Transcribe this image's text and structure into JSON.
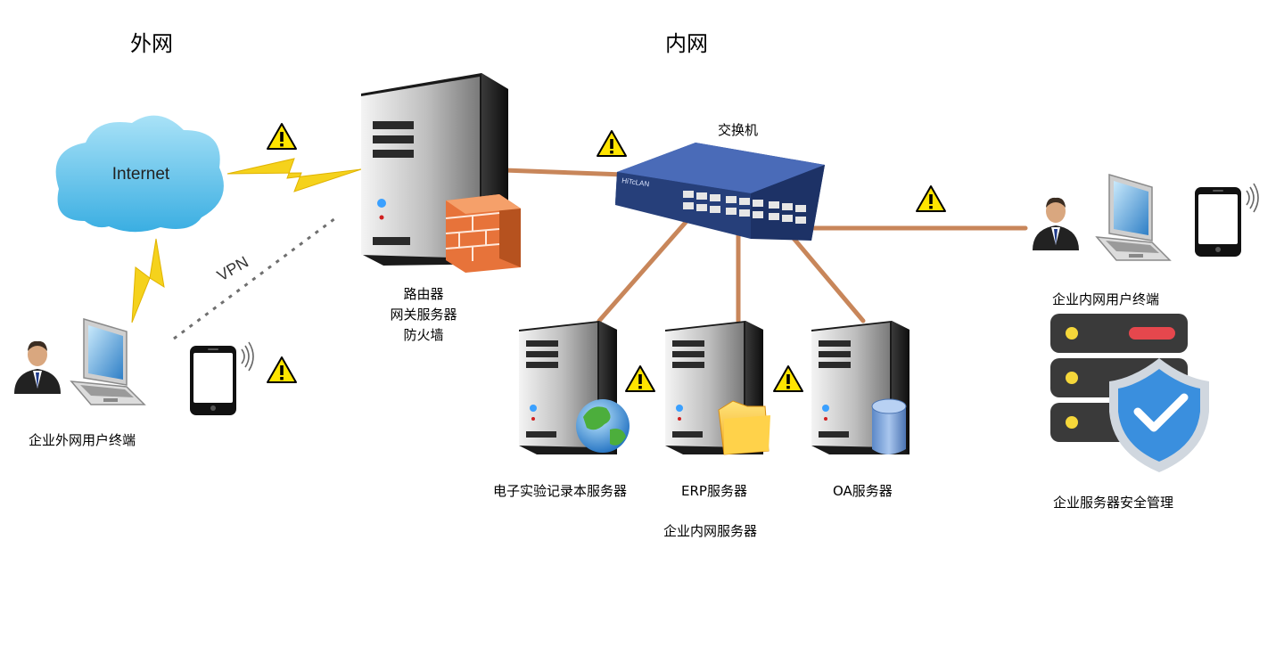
{
  "headings": {
    "external": "外网",
    "internal": "内网"
  },
  "cloud_label": "Internet",
  "vpn_label": "VPN",
  "labels": {
    "switch": "交换机",
    "router": "路由器",
    "gateway": "网关服务器",
    "firewall": "防火墙",
    "external_user": "企业外网用户终端",
    "internal_user": "企业内网用户终端",
    "elab_server": "电子实验记录本服务器",
    "erp_server": "ERP服务器",
    "oa_server": "OA服务器",
    "intranet_servers": "企业内网服务器",
    "security_mgmt": "企业服务器安全管理"
  },
  "switch_brand": "HiTcLAN",
  "colors": {
    "cloud": "#5bc2ec",
    "link": "#c8865a",
    "lightning": "#f5d21c",
    "switch": "#2f4e94",
    "warning": "#ffe400",
    "shield": "#3a8fde",
    "alert_bar": "#e5474d",
    "led": "#f5d73a"
  }
}
